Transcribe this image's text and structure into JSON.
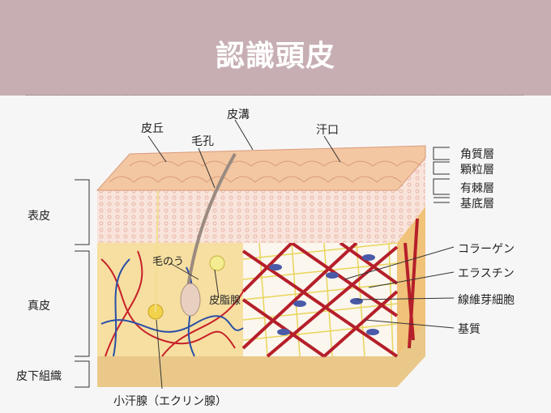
{
  "title": "認識頭皮",
  "labels": {
    "hill": "皮丘",
    "groove": "皮溝",
    "pore": "毛孔",
    "sweat_pore": "汗口",
    "stratum_corneum": "角質層",
    "stratum_granulosum": "顆粒層",
    "stratum_spinosum": "有棘層",
    "stratum_basale": "基底層",
    "collagen": "コラーゲン",
    "elastin": "エラスチン",
    "fibroblast": "線維芽細胞",
    "matrix": "基質",
    "epidermis": "表皮",
    "dermis": "真皮",
    "subcutis": "皮下組織",
    "follicle": "毛のう",
    "sebaceous": "皮脂腺",
    "eccrine": "小汗腺（エクリン腺）"
  },
  "colors": {
    "header": "#c7aeb2",
    "surface": "#f3c7a2",
    "epidermis": "#f7e1d6",
    "dermis": "#f6dfa0",
    "vessel_red": "#c8202a",
    "vessel_blue": "#2a4fa8"
  }
}
